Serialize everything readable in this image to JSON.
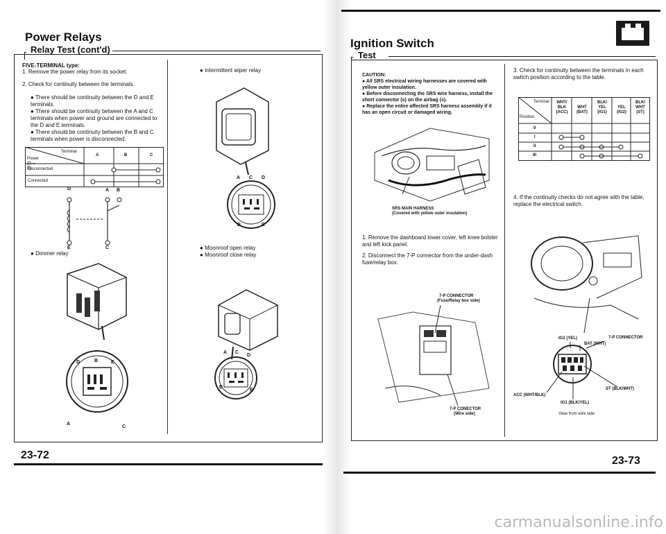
{
  "left_page": {
    "title": "Power Relays",
    "subtitle": "Relay Test (cont'd)",
    "five_terminal_label": "FIVE-TERMINAL type:",
    "steps": [
      "1.  Remove the power relay from its socket.",
      "2.  Check for continuity between the terminals."
    ],
    "bullets": [
      "There should be continuity between the D and E terminals.",
      "There should be continuity between the A and C terminals when power and ground are connected to the D and E terminals.",
      "There should be continuity between the B and C terminals when power is disconnected."
    ],
    "table": {
      "terminal_header": "Terminal",
      "position_header": "Power (D – E)",
      "cols": [
        "A",
        "B",
        "C"
      ],
      "rows": [
        "Disconnected",
        "Connected"
      ]
    },
    "diagram_letters": [
      "D",
      "A",
      "B",
      "E",
      "C"
    ],
    "dimmer_relay_caption": "Dimmer relay",
    "dimmer_letters": [
      "D",
      "B",
      "E",
      "A",
      "C"
    ],
    "intermittent_caption": "Intermittent wiper relay",
    "wiper_letters": [
      "A",
      "C",
      "D",
      "B",
      "E"
    ],
    "moonroof_captions": [
      "Moonroof open relay",
      "Moonroof close relay"
    ],
    "moonroof_letters": [
      "A",
      "C",
      "D",
      "B",
      "E"
    ],
    "page_number": "23-72"
  },
  "right_page": {
    "title": "Ignition Switch",
    "subtitle": "Test",
    "caution_label": "CAUTION:",
    "caution_items": [
      "All SRS electrical wiring harnesses are covered with yellow outer insulation.",
      "Before disconnecting the SRS wire harness, install the short connector (s) on the airbag (s).",
      "Replace the entire affected SRS harness assembly if it has an open circuit or damaged wiring."
    ],
    "srs_label": "SRS MAIN HARNESS",
    "srs_sub": "(Covered with yellow outer insulation)",
    "steps": [
      "1.  Remove the dashboard lower cover, left knee bolster and left kick panel.",
      "2.  Disconnect the 7-P connector from the under-dash fuse/relay box."
    ],
    "connector_top_1": "7-P CONNECTOR",
    "connector_top_2": "(Fuse/Relay box side)",
    "connector_bottom_1": "7-P CONECTOR",
    "connector_bottom_2": "(Wire side)",
    "step3": "3.  Check for continuity between the terminals in each switch position according to the table.",
    "table": {
      "terminal_header": "Terminal",
      "position_header": "Position",
      "cols": [
        "WHT/ BLK (ACC)",
        "WHT (BAT)",
        "BLK/ YEL (IG1)",
        "YEL (IG2)",
        "BLK/ WHT (ST)"
      ],
      "rows": [
        "0",
        "I",
        "II",
        "III"
      ]
    },
    "step4": "4.  If the continuity checks do not agree with the table, replace the electrical switch.",
    "pin_labels": {
      "ig2": "IG2 (YEL)",
      "conn": "7-P CONNECTOR",
      "bat": "BAT (WHT)",
      "acc": "ACC (WHT/BLK)",
      "st": "ST (BLK/WHT)",
      "ig1": "IG1 (BLK/YEL)"
    },
    "view_caption": "View from wire side",
    "page_number": "23-73"
  },
  "watermark": "carmanualsonline.info"
}
